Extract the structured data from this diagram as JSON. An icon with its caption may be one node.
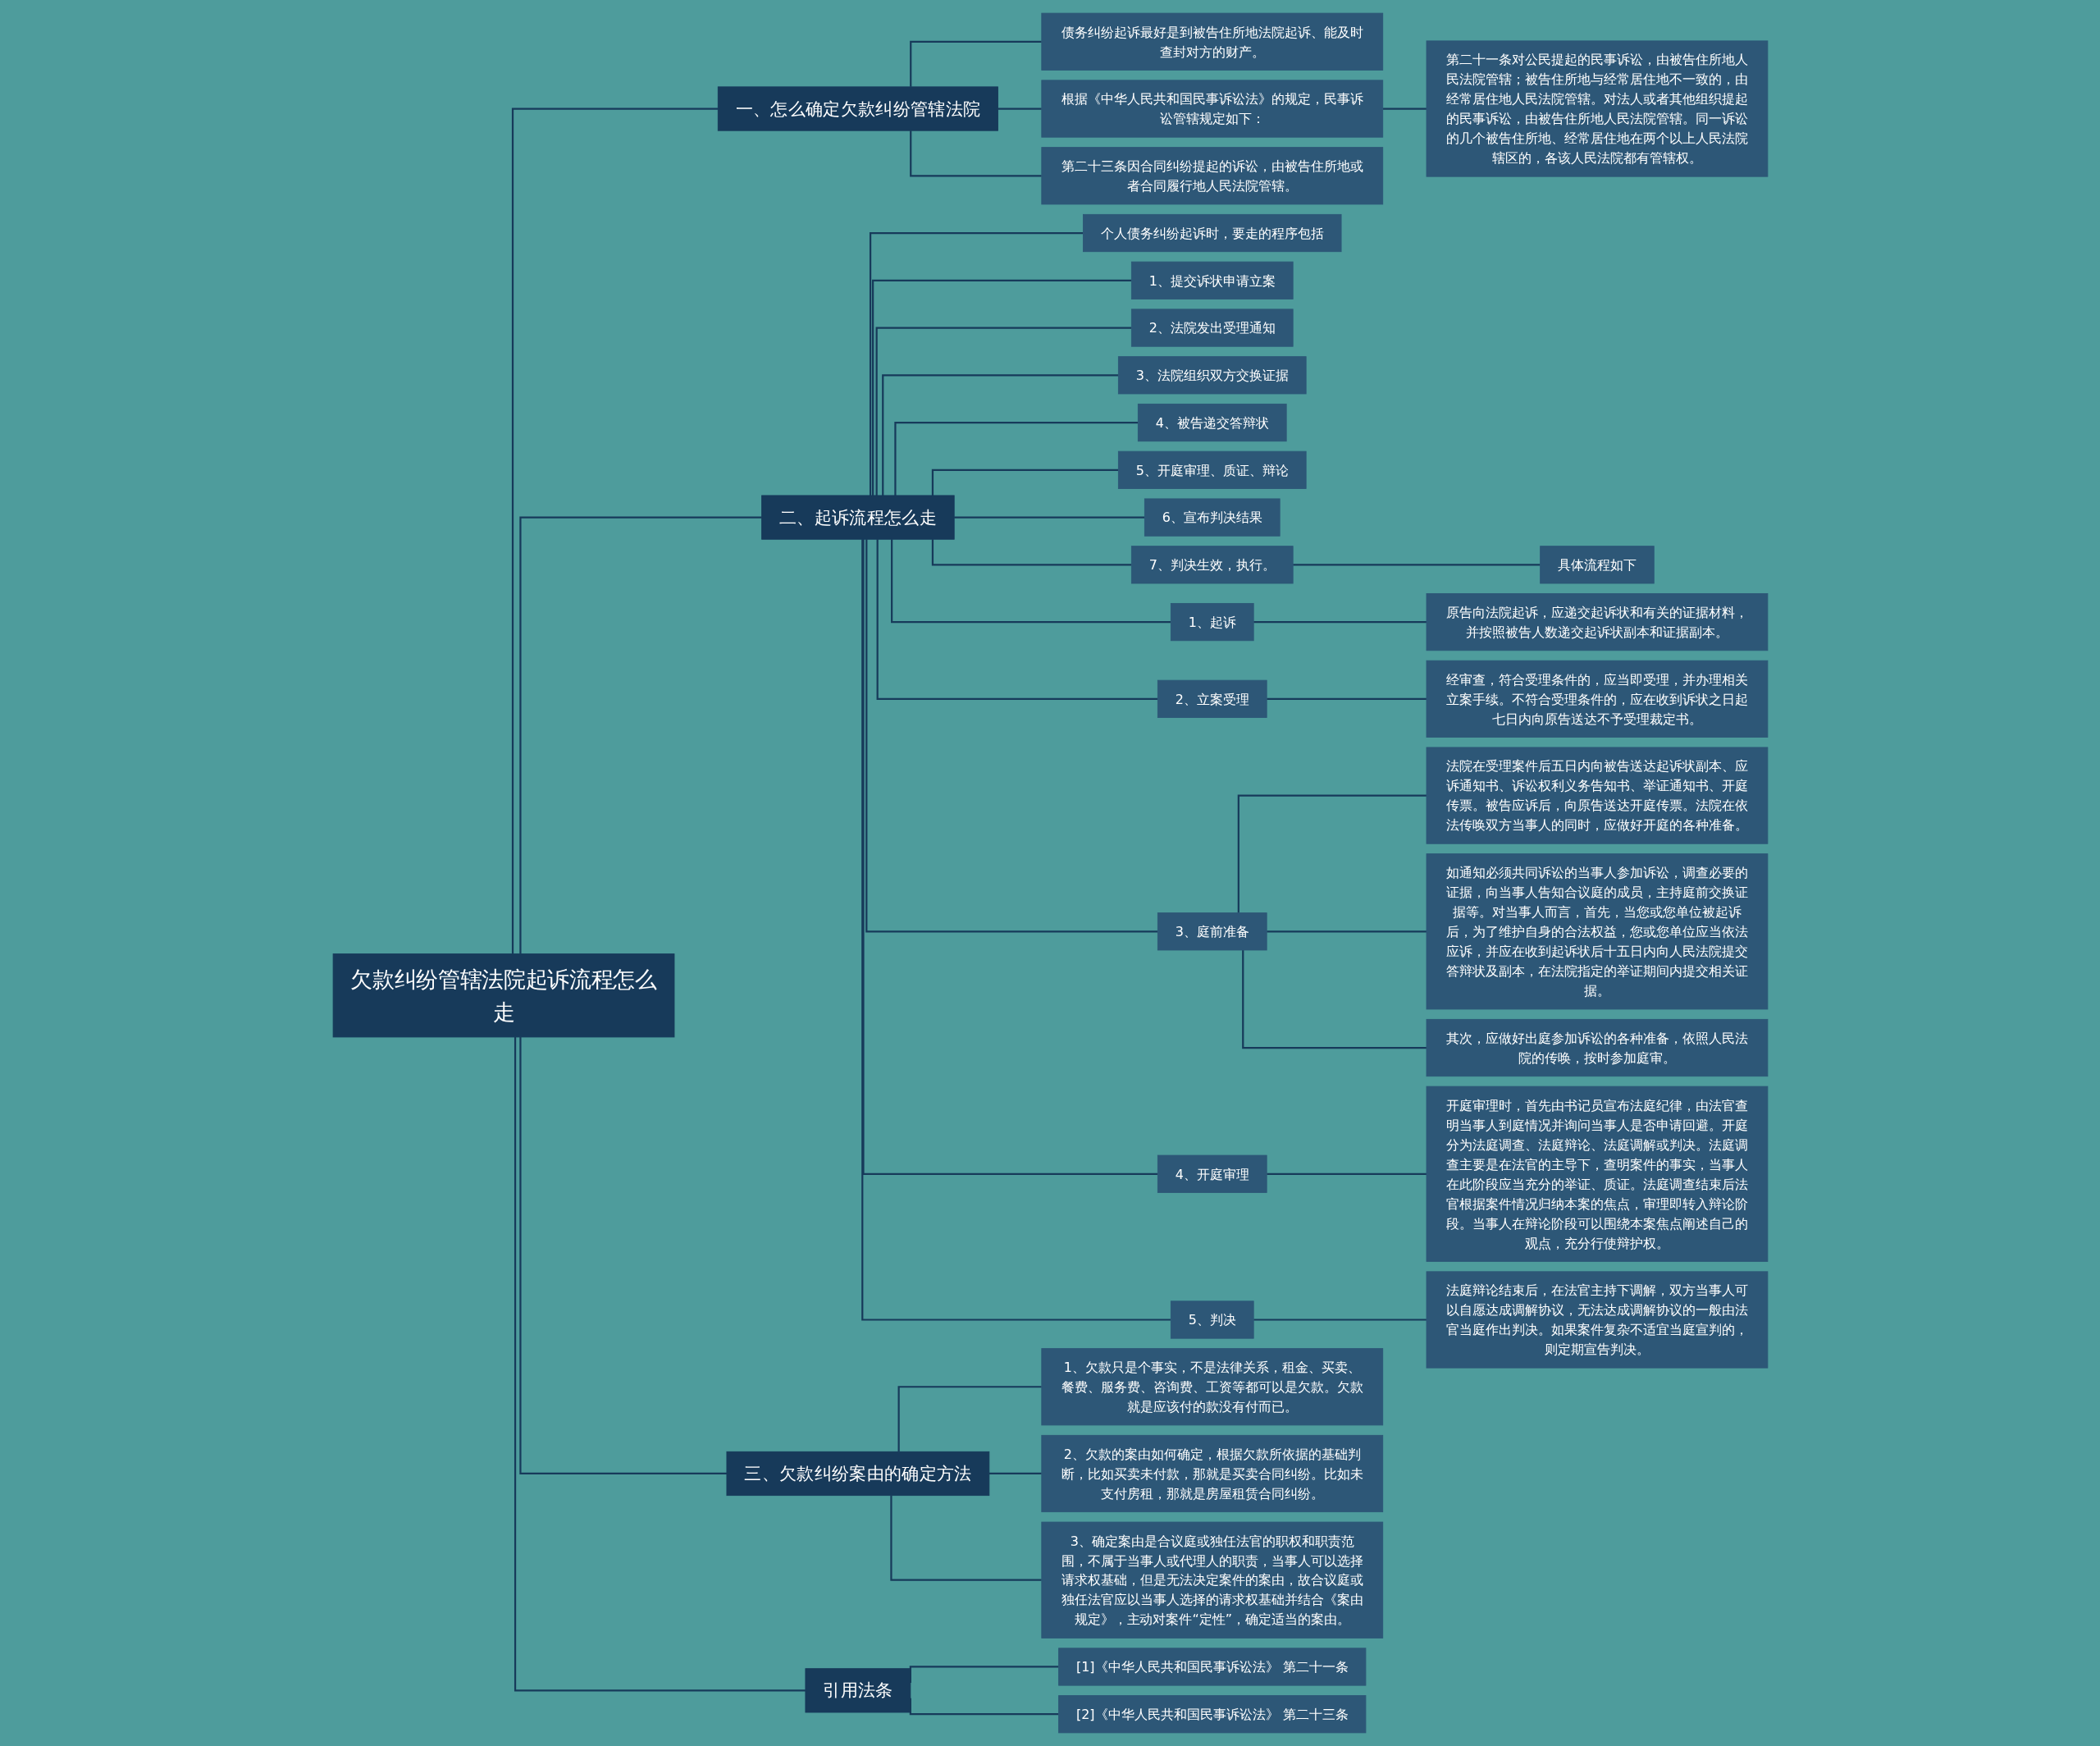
{
  "diagram": {
    "nodes": [
      {
        "text": [
          "欠款纠纷管辖法院起诉流程怎么走"
        ]
      },
      {
        "text": [
          "一、怎么确定欠款纠纷管辖法院"
        ]
      },
      {
        "text": [
          "债务纠纷起诉最好是到被告住所地法院起诉、能及时查封对方的财产。"
        ]
      },
      {
        "text": [
          "根据《中华人民共和国民事诉讼法》的规定，民事诉讼管辖规定如下："
        ]
      },
      {
        "text": [
          "第二十一条对公民提起的民事诉讼，由被告住所地人民法院管辖；被告住所地与经常居住地不一致的，由经常居住地人民法院管辖。对法人或者其他组织提起的民事诉讼，由被告住所地人民法院管辖。同一诉讼的几个被告住所地、经常居住地在两个以上人民法院辖区的，各该人民法院都有管辖权。"
        ]
      },
      {
        "text": [
          "第二十三条因合同纠纷提起的诉讼，由被告住所地或者合同履行地人民法院管辖。"
        ]
      },
      {
        "text": [
          "二、起诉流程怎么走"
        ]
      },
      {
        "text": [
          "个人债务纠纷起诉时，要走的程序包括"
        ]
      },
      {
        "text": [
          "1、提交诉状申请立案"
        ]
      },
      {
        "text": [
          "2、法院发出受理通知"
        ]
      },
      {
        "text": [
          "3、法院组织双方交换证据"
        ]
      },
      {
        "text": [
          "4、被告递交答辩状"
        ]
      },
      {
        "text": [
          "5、开庭审理、质证、辩论"
        ]
      },
      {
        "text": [
          "6、宣布判决结果"
        ]
      },
      {
        "text": [
          "7、判决生效，执行。"
        ]
      },
      {
        "text": [
          "具体流程如下"
        ]
      },
      {
        "text": [
          "1、起诉"
        ]
      },
      {
        "text": [
          "原告向法院起诉，应递交起诉状和有关的证据材料，并按照被告人数递交起诉状副本和证据副本。"
        ]
      },
      {
        "text": [
          "2、立案受理"
        ]
      },
      {
        "text": [
          "经审查，符合受理条件的，应当即受理，并办理相关立案手续。不符合受理条件的，应在收到诉状之日起七日内向原告送达不予受理裁定书。"
        ]
      },
      {
        "text": [
          "3、庭前准备"
        ]
      },
      {
        "text": [
          "法院在受理案件后五日内向被告送达起诉状副本、应诉通知书、诉讼权利义务告知书、举证通知书、开庭传票。被告应诉后，向原告送达开庭传票。法院在依法传唤双方当事人的同时，应做好开庭的各种准备。"
        ]
      },
      {
        "text": [
          "如通知必须共同诉讼的当事人参加诉讼，调查必要的证据，向当事人告知合议庭的成员，主持庭前交换证据等。对当事人而言，首先，当您或您单位被起诉后，为了维护自身的合法权益，您或您单位应当依法应诉，并应在收到起诉状后十五日内向人民法院提交答辩状及副本，在法院指定的举证期间内提交相关证据。"
        ]
      },
      {
        "text": [
          "其次，应做好出庭参加诉讼的各种准备，依照人民法院的传唤，按时参加庭审。"
        ]
      },
      {
        "text": [
          "4、开庭审理"
        ]
      },
      {
        "text": [
          "开庭审理时，首先由书记员宣布法庭纪律，由法官查明当事人到庭情况并询问当事人是否申请回避。开庭分为法庭调查、法庭辩论、法庭调解或判决。法庭调查主要是在法官的主导下，查明案件的事实，当事人在此阶段应当充分的举证、质证。法庭调查结束后法官根据案件情况归纳本案的焦点，审理即转入辩论阶段。当事人在辩论阶段可以围绕本案焦点阐述自己的观点，充分行使辩护权。"
        ]
      },
      {
        "text": [
          "5、判决"
        ]
      },
      {
        "text": [
          "法庭辩论结束后，在法官主持下调解，双方当事人可以自愿达成调解协议，无法达成调解协议的一般由法官当庭作出判决。如果案件复杂不适宜当庭宣判的，则定期宣告判决。"
        ]
      },
      {
        "text": [
          "三、欠款纠纷案由的确定方法"
        ]
      },
      {
        "text": [
          "1、欠款只是个事实，不是法律关系，租金、买卖、餐费、服务费、咨询费、工资等都可以是欠款。欠款就是应该付的款没有付而已。"
        ]
      },
      {
        "text": [
          "2、欠款的案由如何确定，根据欠款所依据的基础判断，比如买卖未付款，那就是买卖合同纠纷。比如未支付房租，那就是房屋租赁合同纠纷。"
        ]
      },
      {
        "text": [
          "3、确定案由是合议庭或独任法官的职权和职责范围，不属于当事人或代理人的职责，当事人可以选择请求权基础，但是无法决定案件的案由，故合议庭或独任法官应以当事人选择的请求权基础并结合《案由规定》，主动对案件“定性”，确定适当的案由。"
        ]
      },
      {
        "text": [
          "引用法条"
        ]
      },
      {
        "text": [
          "[1]《中华人民共和国民事诉讼法》 第二十一条"
        ]
      },
      {
        "text": [
          "[2]《中华人民共和国民事诉讼法》 第二十三条"
        ]
      }
    ],
    "edges": [
      {
        "from": 0,
        "to": 1,
        "arrow": "none"
      },
      {
        "from": 1,
        "to": 2,
        "arrow": "none"
      },
      {
        "from": 1,
        "to": 3,
        "arrow": "none"
      },
      {
        "from": 3,
        "to": 4,
        "arrow": "none"
      },
      {
        "from": 1,
        "to": 5,
        "arrow": "none"
      },
      {
        "from": 0,
        "to": 6,
        "arrow": "none"
      },
      {
        "from": 6,
        "to": 7,
        "arrow": "none"
      },
      {
        "from": 6,
        "to": 8,
        "arrow": "none"
      },
      {
        "from": 6,
        "to": 9,
        "arrow": "none"
      },
      {
        "from": 6,
        "to": 10,
        "arrow": "none"
      },
      {
        "from": 6,
        "to": 11,
        "arrow": "none"
      },
      {
        "from": 6,
        "to": 12,
        "arrow": "none"
      },
      {
        "from": 6,
        "to": 13,
        "arrow": "none"
      },
      {
        "from": 6,
        "to": 14,
        "arrow": "none"
      },
      {
        "from": 14,
        "to": 15,
        "arrow": "none"
      },
      {
        "from": 6,
        "to": 16,
        "arrow": "none"
      },
      {
        "from": 16,
        "to": 17,
        "arrow": "none"
      },
      {
        "from": 6,
        "to": 18,
        "arrow": "none"
      },
      {
        "from": 18,
        "to": 19,
        "arrow": "none"
      },
      {
        "from": 6,
        "to": 20,
        "arrow": "none"
      },
      {
        "from": 20,
        "to": 21,
        "arrow": "none"
      },
      {
        "from": 20,
        "to": 22,
        "arrow": "none"
      },
      {
        "from": 20,
        "to": 23,
        "arrow": "none"
      },
      {
        "from": 6,
        "to": 24,
        "arrow": "none"
      },
      {
        "from": 24,
        "to": 25,
        "arrow": "none"
      },
      {
        "from": 6,
        "to": 26,
        "arrow": "none"
      },
      {
        "from": 26,
        "to": 27,
        "arrow": "none"
      },
      {
        "from": 0,
        "to": 28,
        "arrow": "none"
      },
      {
        "from": 28,
        "to": 29,
        "arrow": "none"
      },
      {
        "from": 28,
        "to": 30,
        "arrow": "none"
      },
      {
        "from": 28,
        "to": 31,
        "arrow": "none"
      },
      {
        "from": 0,
        "to": 32,
        "arrow": "none"
      },
      {
        "from": 32,
        "to": 33,
        "arrow": "none"
      },
      {
        "from": 32,
        "to": 34,
        "arrow": "none"
      }
    ]
  }
}
